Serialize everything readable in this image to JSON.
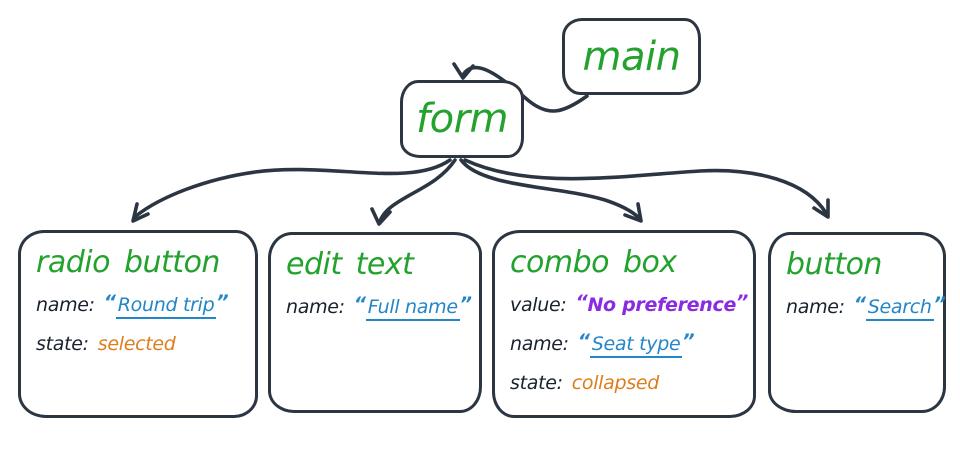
{
  "punctuation": {
    "open_quote": "“",
    "close_quote": "”"
  },
  "colors": {
    "outline": "#2b3642",
    "role_green": "#23a22d",
    "name_blue": "#2386c8",
    "state_orange": "#dd7e1d",
    "value_purple": "#8a2be2",
    "label_dark": "#18222e",
    "background": "#ffffff"
  },
  "nodes": {
    "main": {
      "role": "main"
    },
    "form": {
      "role": "form"
    },
    "radio_button": {
      "role": "radio button",
      "name_label": "name:",
      "name_value": "Round trip",
      "state_label": "state:",
      "state_value": "selected"
    },
    "edit_text": {
      "role": "edit text",
      "name_label": "name:",
      "name_value": "Full name"
    },
    "combo_box": {
      "role": "combo box",
      "value_label": "value:",
      "value_value": "No preference",
      "name_label": "name:",
      "name_value": "Seat type",
      "state_label": "state:",
      "state_value": "collapsed"
    },
    "button": {
      "role": "button",
      "name_label": "name:",
      "name_value": "Search"
    }
  },
  "edges": [
    {
      "from": "main",
      "to": "form"
    },
    {
      "from": "form",
      "to": "radio button"
    },
    {
      "from": "form",
      "to": "edit text"
    },
    {
      "from": "form",
      "to": "combo box"
    },
    {
      "from": "form",
      "to": "button"
    }
  ]
}
